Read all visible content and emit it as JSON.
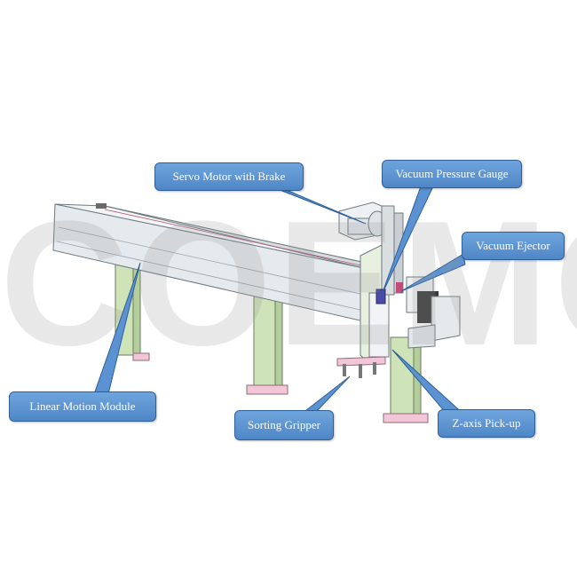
{
  "watermark": "COEMG",
  "callouts": {
    "servo_motor": "Servo Motor with Brake",
    "vacuum_gauge": "Vacuum Pressure Gauge",
    "vacuum_ejector": "Vacuum Ejector",
    "linear_module": "Linear Motion Module",
    "sorting_gripper": "Sorting Gripper",
    "z_axis": "Z-axis  Pick-up"
  },
  "colors": {
    "callout_fill": "#5b92d2",
    "callout_border": "#2f5f98",
    "rail": "#e6ecef",
    "support_leg": "#cfe3b8",
    "pink_base": "#f2c6d6"
  }
}
